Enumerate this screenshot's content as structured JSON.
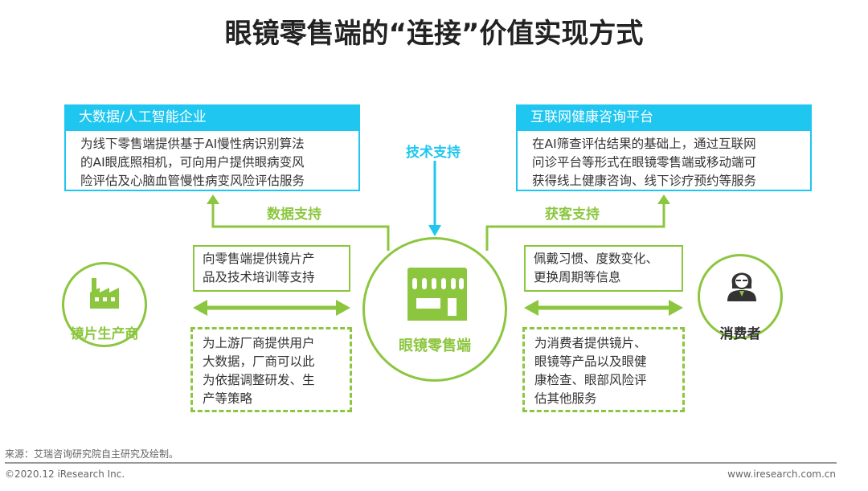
{
  "title": "眼镜零售端的“连接”价值实现方式",
  "top_left": {
    "header": "大数据/人工智能企业",
    "body": [
      "为线下零售端提供基于AI慢性病识别算法",
      "的AI眼底照相机，可向用户提供眼病变风",
      "险评估及心脑血管慢性病变风险评估服务"
    ]
  },
  "top_right": {
    "header": "互联网健康咨询平台",
    "body": [
      "在AI筛查评估结果的基础上，通过互联网",
      "问诊平台等形式在眼镜零售端或移动端可",
      "获得线上健康咨询、线下诊疗预约等服务"
    ]
  },
  "flows": {
    "tech": "技术支持",
    "data": "数据支持",
    "customer": "获客支持"
  },
  "nodes": {
    "center": "眼镜零售端",
    "left": "镜片生产商",
    "right": "消费者"
  },
  "left_solid": [
    "向零售端提供镜片产",
    "品及技术培训等支持"
  ],
  "left_dashed": [
    "为上游厂商提供用户",
    "大数据，厂商可以此",
    "为依据调整研发、生",
    "产等策略"
  ],
  "right_solid": [
    "佩戴习惯、度数变化、",
    "更换周期等信息"
  ],
  "right_dashed": [
    "为消费者提供镜片、",
    "眼镜等产品以及眼健",
    "康检查、眼部风险评",
    "估其他服务"
  ],
  "footer": {
    "source": "来源：艾瑞咨询研究院自主研究及绘制。",
    "copyright": "©2020.12 iResearch Inc.",
    "url": "www.iresearch.com.cn"
  },
  "colors": {
    "green": "#8cc63f",
    "blue": "#1ec6f0"
  }
}
